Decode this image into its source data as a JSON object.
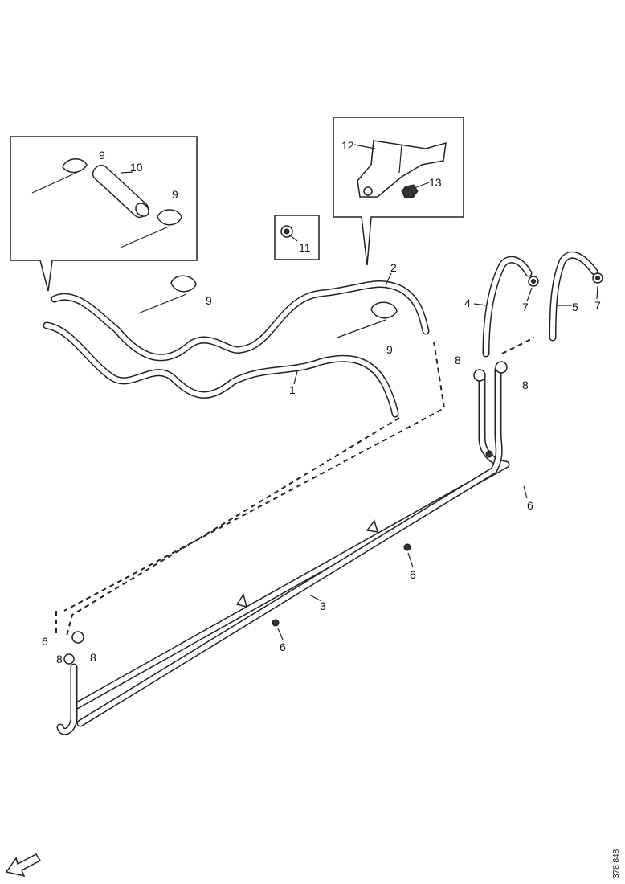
{
  "diagram": {
    "callouts": {
      "c1": "1",
      "c2": "2",
      "c3": "3",
      "c4": "4",
      "c5": "5",
      "c6a": "6",
      "c6b": "6",
      "c6c": "6",
      "c6d": "6",
      "c7a": "7",
      "c7b": "7",
      "c8a": "8",
      "c8b": "8",
      "c8c": "8",
      "c8d": "8",
      "c9a": "9",
      "c9b": "9",
      "c9c": "9",
      "c9d": "9",
      "c10": "10",
      "c11": "11",
      "c12": "12",
      "c13": "13"
    },
    "reference_code": "378 848"
  }
}
